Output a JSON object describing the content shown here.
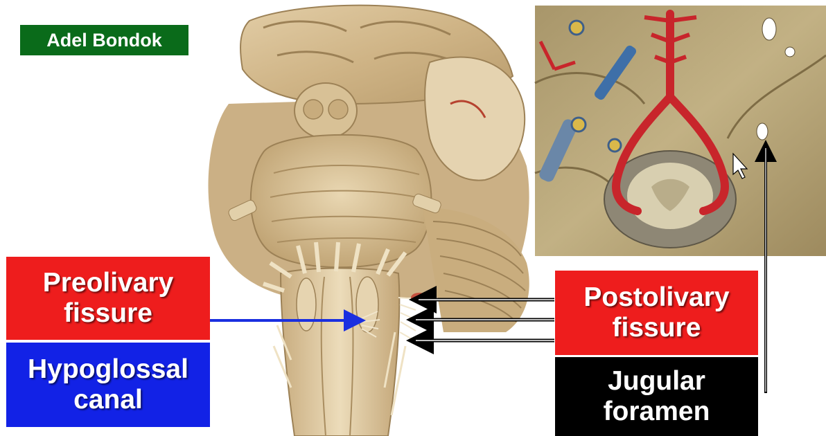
{
  "author": "Adel Bondok",
  "labels": {
    "preolivary": [
      "Preolivary",
      "fissure"
    ],
    "hypoglossal": [
      "Hypoglossal",
      "canal"
    ],
    "postolivary": [
      "Postolivary",
      "fissure"
    ],
    "jugular": [
      "Jugular",
      "foramen"
    ]
  },
  "colors": {
    "author_bg": "#0a6b1a",
    "fissure_red": "#ee1d1d",
    "hypoglossal_blue": "#1222e6",
    "jugular_black": "#000000",
    "arrow_blue": "#1a2fe0",
    "arrow_black": "#000000"
  },
  "illustrations": [
    "brainstem-ventral-view",
    "foramen-magnum-vertebral-arteries"
  ]
}
